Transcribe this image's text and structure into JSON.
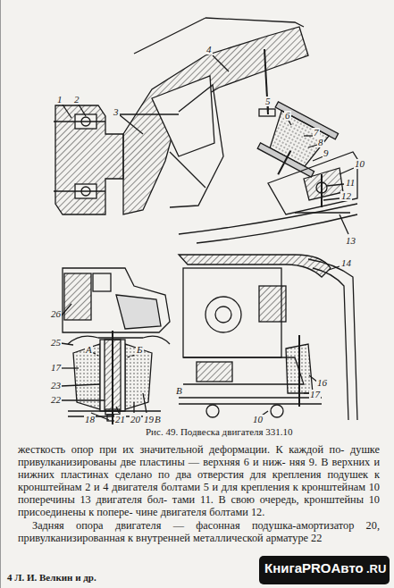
{
  "diagram": {
    "caption": "Рис. 49. Подвеска двигателя 331.10",
    "labels": [
      "1",
      "2",
      "3",
      "4",
      "5",
      "6",
      "7",
      "8",
      "9",
      "10",
      "11",
      "12",
      "13",
      "14",
      "26",
      "25",
      "А",
      "Б",
      "17",
      "23",
      "22",
      "18",
      "21",
      "20",
      "19",
      "В",
      "16",
      "17",
      "В",
      "10",
      "жесткость опор при их значительной деформации. К каждой по- душке привулканизированы две пластины — верхняя 6 и ниж- няя 9. В верхних и нижних пластинах сделано по два отверстия для крепления подушек к кронштейнам 2 и 4 двигателя болтами 5 и для крепления к кронштейнам 10 поперечины 13 двигателя бол- тами 11. В свою очередь, кронштейны 10 присоединены к попере- чине двигателя болтами 12.",
      "Задняя опора двигателя — фасонная подушка-амортизатор 20, привулканизированная к внутренней металлической арматуре 22",
      "4 Л. И. Велкин и др.",
      "КнигаPROАвто",
      ".RU"
    ]
  }
}
